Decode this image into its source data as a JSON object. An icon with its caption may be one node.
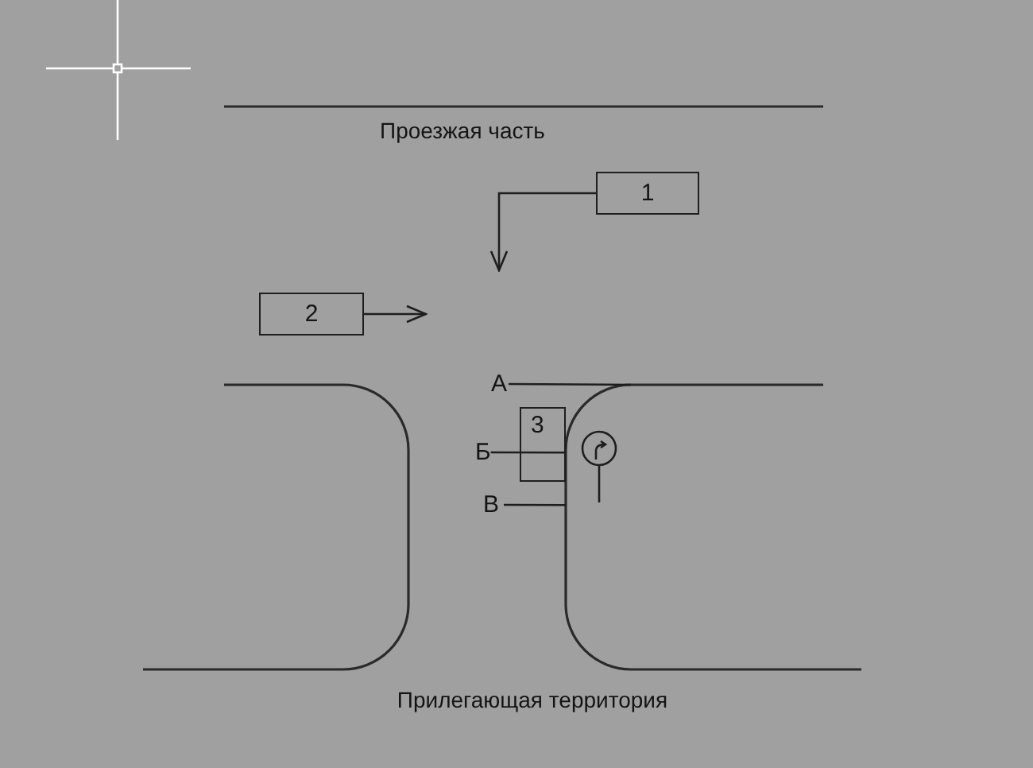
{
  "diagram": {
    "nodes": [
      {
        "text": [
          "1"
        ]
      },
      {
        "text": [
          "2"
        ]
      },
      {
        "text": [
          "А"
        ]
      },
      {
        "text": [
          "3"
        ]
      },
      {
        "text": [
          "Б"
        ]
      },
      {
        "text": [
          "В"
        ]
      },
      {
        "text": [],
        "shape": "line"
      }
    ],
    "edges": [
      {
        "from": 0,
        "to": null,
        "arrow": "to"
      },
      {
        "from": 1,
        "to": null,
        "arrow": "to"
      },
      {
        "from": 2,
        "to": 6,
        "arrow": "none"
      },
      {
        "from": 4,
        "to": 6,
        "arrow": "none"
      },
      {
        "from": 5,
        "to": 6,
        "arrow": "none"
      }
    ],
    "labels": [
      "Проезжая часть",
      "Прилегающая территория"
    ]
  }
}
